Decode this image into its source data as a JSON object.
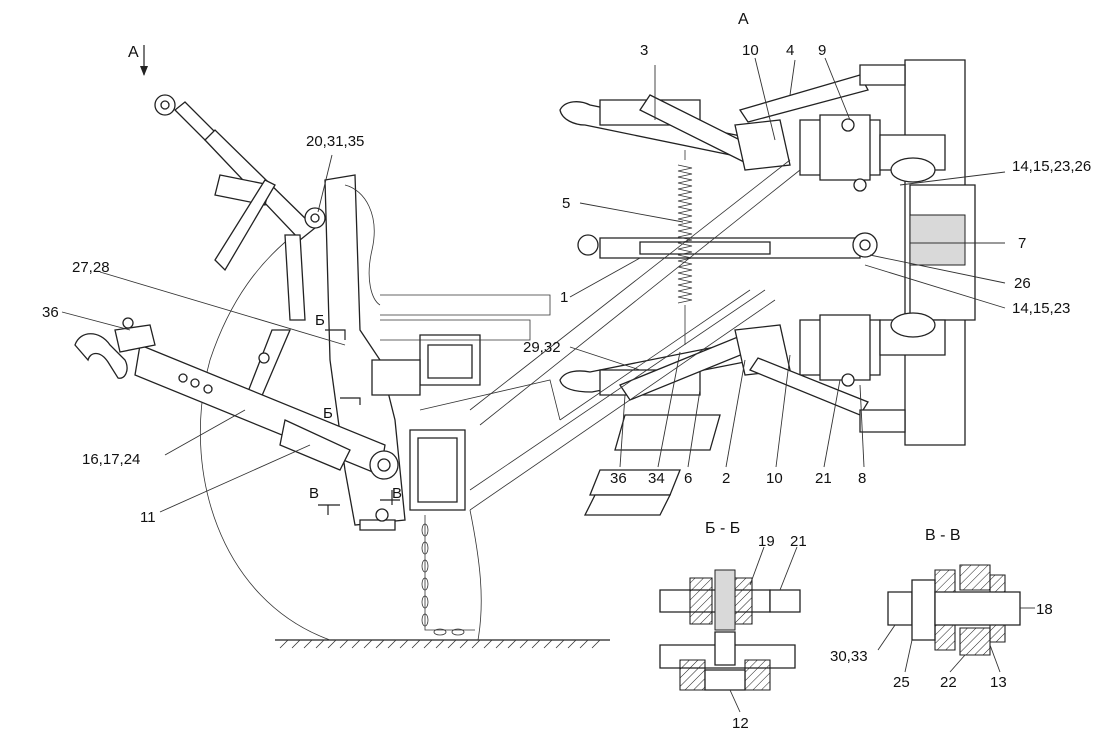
{
  "labels": {
    "view_a_top": "А",
    "view_a_arrow": "А",
    "p3": "3",
    "p10_top": "10",
    "p4": "4",
    "p9": "9",
    "p20_31_35": "20,31,35",
    "p14_15_23_26": "14,15,23,26",
    "p5": "5",
    "p27_28": "27,28",
    "p7": "7",
    "p26": "26",
    "p1": "1",
    "p14_15_23": "14,15,23",
    "p36_left": "36",
    "b_cut_left": "Б",
    "p29_32": "29,32",
    "b_cut_mid": "Б",
    "p16_17_24": "16,17,24",
    "p36_bottom": "36",
    "p34": "34",
    "p6": "6",
    "p2": "2",
    "p10_bottom": "10",
    "p21_top": "21",
    "p8": "8",
    "v_cut_left": "В",
    "v_cut_right": "В",
    "p11": "11",
    "section_bb": "Б - Б",
    "section_vv": "В - В",
    "p19": "19",
    "p21_section": "21",
    "p18": "18",
    "p30_33": "30,33",
    "p25": "25",
    "p22": "22",
    "p13": "13",
    "p12": "12"
  }
}
